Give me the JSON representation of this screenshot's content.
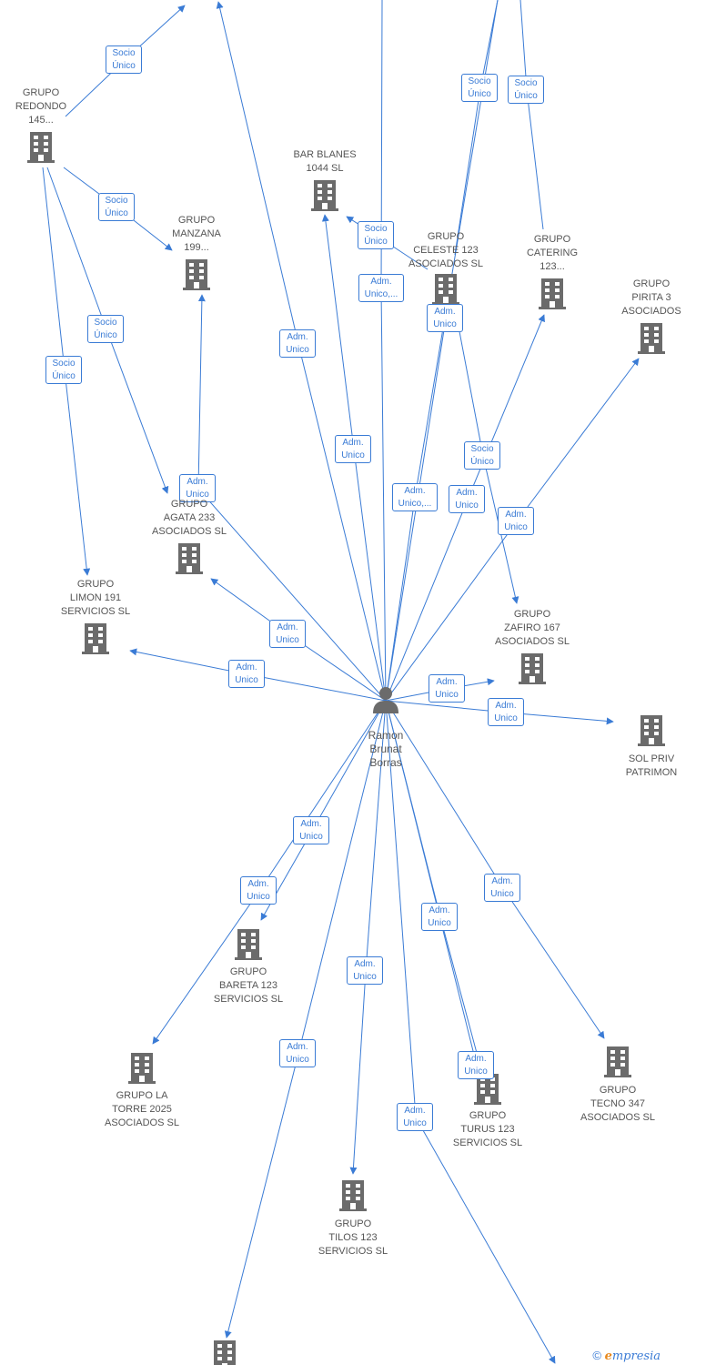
{
  "colors": {
    "edge": "#3a7bd5",
    "node": "#6b6b6b",
    "label": "#555555"
  },
  "person": {
    "id": "ramon",
    "name": "Ramon\nBrunat\nBorras",
    "icon": "person-icon"
  },
  "companies": [
    {
      "id": "redondo",
      "label": "GRUPO\nREDONDO\n145..."
    },
    {
      "id": "manzana",
      "label": "GRUPO\nMANZANA\n199..."
    },
    {
      "id": "bar_blanes",
      "label": "BAR BLANES\n1044 SL"
    },
    {
      "id": "celeste",
      "label": "GRUPO\nCELESTE 123\nASOCIADOS SL"
    },
    {
      "id": "catering",
      "label": "GRUPO\nCATERING\n123..."
    },
    {
      "id": "pirita",
      "label": "GRUPO\nPIRITA 3\nASOCIADOS"
    },
    {
      "id": "agata",
      "label": "GRUPO\nAGATA 233\nASOCIADOS SL"
    },
    {
      "id": "limon",
      "label": "GRUPO\nLIMON 191\nSERVICIOS SL"
    },
    {
      "id": "zafiro",
      "label": "GRUPO\nZAFIRO 167\nASOCIADOS SL"
    },
    {
      "id": "sol",
      "label": "SOL PRIV\nPATRIMON"
    },
    {
      "id": "bareta",
      "label": "GRUPO\nBARETA 123\nSERVICIOS SL"
    },
    {
      "id": "la_torre",
      "label": "GRUPO LA\nTORRE 2025\nASOCIADOS SL"
    },
    {
      "id": "tecno",
      "label": "GRUPO\nTECNO 347\nASOCIADOS SL"
    },
    {
      "id": "turus",
      "label": "GRUPO\nTURUS 123\nSERVICIOS SL"
    },
    {
      "id": "tilos",
      "label": "GRUPO\nTILOS 123\nSERVICIOS SL"
    },
    {
      "id": "bottom_left",
      "label": ""
    }
  ],
  "edges": [
    {
      "from": "ramon",
      "to": "top_left",
      "label": "Adm.\nUnico"
    },
    {
      "from": "ramon",
      "to": "manzana",
      "label": "Adm.\nUnico"
    },
    {
      "from": "ramon",
      "to": "bar_blanes",
      "label": "Adm.\nUnico"
    },
    {
      "from": "ramon",
      "to": "top_center",
      "label": "Adm.\nUnico,..."
    },
    {
      "from": "ramon",
      "to": "top_right",
      "label": "Adm.\nUnico,..."
    },
    {
      "from": "ramon",
      "to": "celeste",
      "label": "Adm.\nUnico"
    },
    {
      "from": "ramon",
      "to": "catering",
      "label": "Adm.\nUnico"
    },
    {
      "from": "ramon",
      "to": "pirita",
      "label": "Adm.\nUnico"
    },
    {
      "from": "ramon",
      "to": "agata",
      "label": "Adm.\nUnico"
    },
    {
      "from": "ramon",
      "to": "limon",
      "label": "Adm.\nUnico"
    },
    {
      "from": "ramon",
      "to": "zafiro",
      "label": "Adm.\nUnico"
    },
    {
      "from": "ramon",
      "to": "sol",
      "label": "Adm.\nUnico"
    },
    {
      "from": "ramon",
      "to": "bareta",
      "label": "Adm.\nUnico"
    },
    {
      "from": "ramon",
      "to": "la_torre",
      "label": "Adm.\nUnico"
    },
    {
      "from": "ramon",
      "to": "tecno",
      "label": "Adm.\nUnico"
    },
    {
      "from": "ramon",
      "to": "turus",
      "label": "Adm.\nUnico"
    },
    {
      "from": "ramon",
      "to": "turus_b",
      "label": "Adm.\nUnico"
    },
    {
      "from": "ramon",
      "to": "tilos",
      "label": "Adm.\nUnico"
    },
    {
      "from": "ramon",
      "to": "bottom_left",
      "label": "Adm.\nUnico"
    },
    {
      "from": "ramon",
      "to": "bottom_right",
      "label": "Adm.\nUnico"
    },
    {
      "from": "redondo",
      "to": "top_left2",
      "label": "Socio\nÚnico"
    },
    {
      "from": "redondo",
      "to": "manzana",
      "label": "Socio\nÚnico"
    },
    {
      "from": "redondo",
      "to": "agata",
      "label": "Socio\nÚnico"
    },
    {
      "from": "redondo",
      "to": "limon",
      "label": "Socio\nÚnico"
    },
    {
      "from": "celeste",
      "to": "bar_blanes",
      "label": "Socio\nÚnico"
    },
    {
      "from": "celeste",
      "to": "zafiro",
      "label": "Socio\nÚnico"
    },
    {
      "from": "celeste",
      "to": "top_right",
      "label": "Socio\nÚnico"
    },
    {
      "from": "catering",
      "to": "top_right",
      "label": "Socio\nÚnico"
    }
  ],
  "copyright": {
    "symbol": "©",
    "brand_initial": "e",
    "brand_rest": "mpresia"
  }
}
